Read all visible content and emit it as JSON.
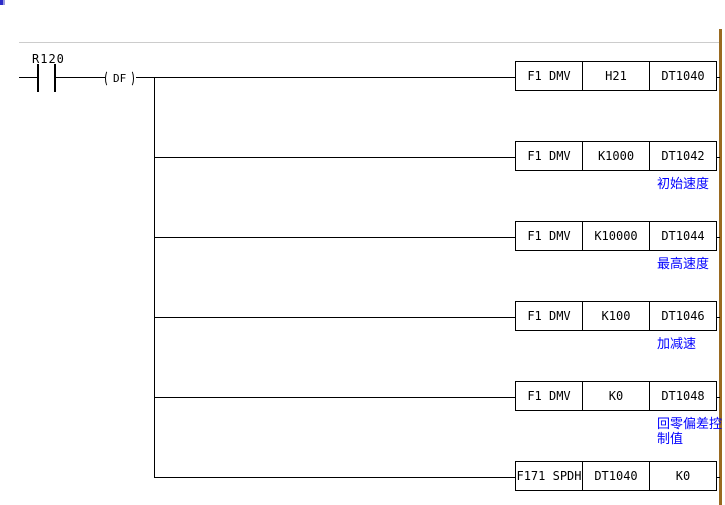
{
  "editor": {
    "cursor_color": "#2a2ac8",
    "right_rail_color": "#9a6a20",
    "network_divider_color": "#cccccc",
    "wire_color": "#000000",
    "comment_color": "#0000ff"
  },
  "ladder": {
    "contact_label": "R120",
    "df_label": "DF",
    "rungs": [
      {
        "cells": [
          "F1 DMV",
          "H21",
          "DT1040"
        ],
        "note": ""
      },
      {
        "cells": [
          "F1 DMV",
          "K1000",
          "DT1042"
        ],
        "note": "初始速度"
      },
      {
        "cells": [
          "F1 DMV",
          "K10000",
          "DT1044"
        ],
        "note": "最高速度"
      },
      {
        "cells": [
          "F1 DMV",
          "K100",
          "DT1046"
        ],
        "note": "加减速"
      },
      {
        "cells": [
          "F1 DMV",
          "K0",
          "DT1048"
        ],
        "note": "回零偏差控制值"
      },
      {
        "cells": [
          "F171 SPDH",
          "DT1040",
          "K0"
        ],
        "note": ""
      }
    ]
  }
}
